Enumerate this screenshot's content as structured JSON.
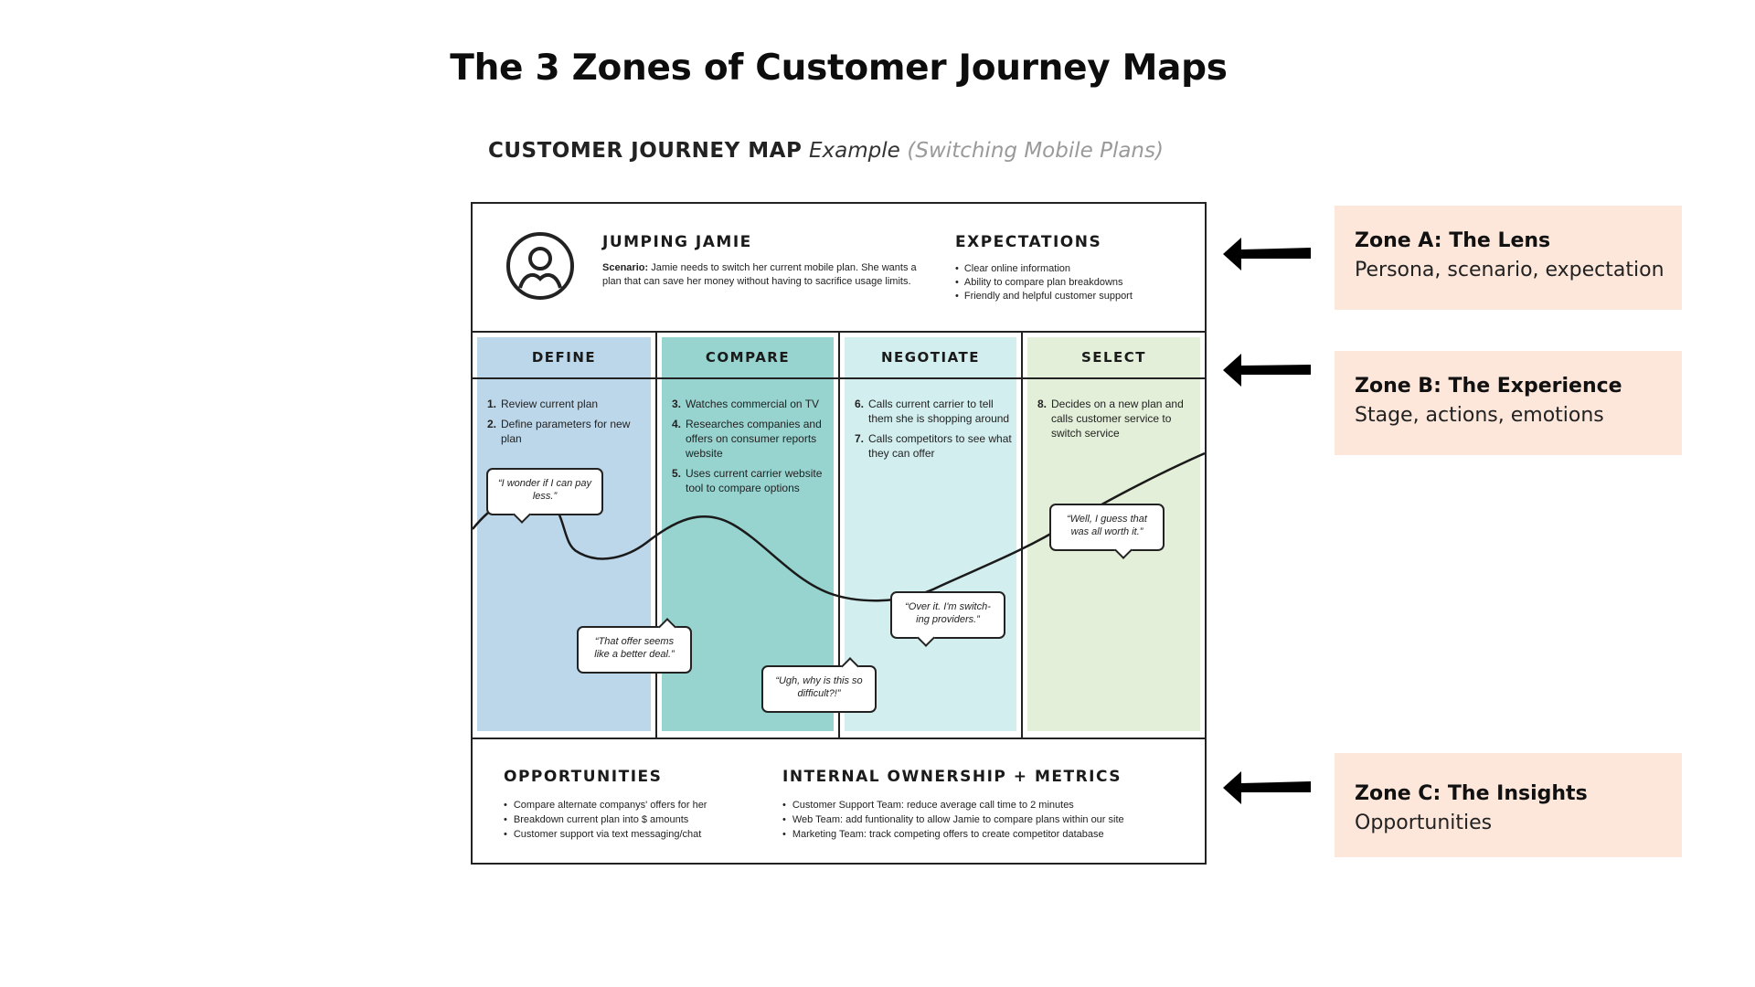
{
  "title": "The 3 Zones of Customer Journey Maps",
  "map": {
    "heading_main": "CUSTOMER JOURNEY MAP",
    "heading_example": "Example",
    "heading_sub": "(Switching Mobile Plans)",
    "persona": {
      "name": "JUMPING JAMIE",
      "scenario_label": "Scenario:",
      "scenario_text": "Jamie needs to switch her current mobile plan. She wants a plan that can save her money without having to sacrifice usage limits.",
      "icon": "user-avatar-icon"
    },
    "expectations": {
      "title": "EXPECTATIONS",
      "items": [
        "Clear online information",
        "Ability to compare plan breakdowns",
        "Friendly and helpful customer support"
      ]
    },
    "stages": [
      {
        "name": "DEFINE",
        "color": "#bcd7ea",
        "actions": [
          {
            "num": "1.",
            "text": "Review current plan"
          },
          {
            "num": "2.",
            "text": "Define parameters for new plan"
          }
        ]
      },
      {
        "name": "COMPARE",
        "color": "#97d3cf",
        "actions": [
          {
            "num": "3.",
            "text": "Watches commercial on TV"
          },
          {
            "num": "4.",
            "text": "Researches companies and offers on consumer reports website"
          },
          {
            "num": "5.",
            "text": "Uses current carrier website tool to compare options"
          }
        ]
      },
      {
        "name": "NEGOTIATE",
        "color": "#d3eeee",
        "actions": [
          {
            "num": "6.",
            "text": "Calls current carrier to tell them she is shopping around"
          },
          {
            "num": "7.",
            "text": "Calls competitors to see what they can offer"
          }
        ]
      },
      {
        "name": "SELECT",
        "color": "#e3efd8",
        "actions": [
          {
            "num": "8.",
            "text": "Decides on a new plan and calls customer service to switch service"
          }
        ]
      }
    ],
    "quotes": [
      "“I wonder if I can pay less.”",
      "“That offer seems like a better deal.”",
      "“Ugh, why is this so difficult?!”",
      "“Over it. I'm switch-ing providers.”",
      "“Well, I guess that was all worth it.”"
    ],
    "opportunities": {
      "title": "OPPORTUNITIES",
      "items": [
        "Compare alternate companys' offers for her",
        "Breakdown current plan into $ amounts",
        "Customer support via text messaging/chat"
      ]
    },
    "ownership": {
      "title": "INTERNAL OWNERSHIP + METRICS",
      "items": [
        "Customer Support Team: reduce average call time to 2 minutes",
        "Web Team: add funtionality to allow Jamie to compare plans within our site",
        "Marketing Team: track competing offers to create competitor database"
      ]
    }
  },
  "zones": [
    {
      "title": "Zone A: The Lens",
      "desc": "Persona, scenario, expectation"
    },
    {
      "title": "Zone B: The Experience",
      "desc": "Stage, actions, emotions"
    },
    {
      "title": "Zone C: The Insights",
      "desc": "Opportunities"
    }
  ],
  "colors": {
    "zone_card": "#fde6da",
    "ink": "#222222"
  }
}
